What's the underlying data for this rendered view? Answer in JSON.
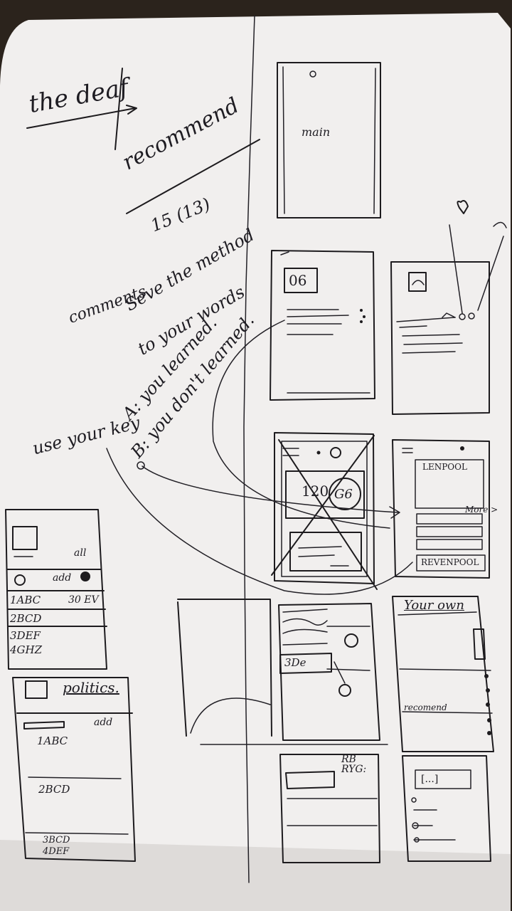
{
  "notes": {
    "title": "the deaf",
    "recommend": "recommend",
    "recommend_sub": "15 (13)",
    "comments": "comments",
    "line1": "Seve the method",
    "line2": "to your words",
    "use_your_key": "use your key",
    "a_label": "A: you learned.",
    "b_label": "B: you don't learned.",
    "add_label": "add",
    "all_label": "all",
    "politics": "politics.",
    "more": "More >",
    "lenpool": "LENPOOL",
    "revenpool": "REVENPOOL",
    "your_own": "Your own",
    "recommend_small": "recomend"
  },
  "sketches": {
    "main_label": "main",
    "card_number": "06",
    "list_left": [
      "1ABC",
      "2BCD",
      "3DEF",
      "4GHZ"
    ],
    "list_left_value": "30 EV",
    "politics_list": [
      "1ABC",
      "2BCD",
      "3BCD",
      "4DEF"
    ],
    "overlay_text": "120",
    "overlay_circle": "G6",
    "mid_text": "3De",
    "rb_text": "RB RYG:",
    "bracket_text": "[...]"
  },
  "colors": {
    "paper": "#f1efee",
    "ink": "#1d1b1e",
    "background": "#2b231c"
  }
}
